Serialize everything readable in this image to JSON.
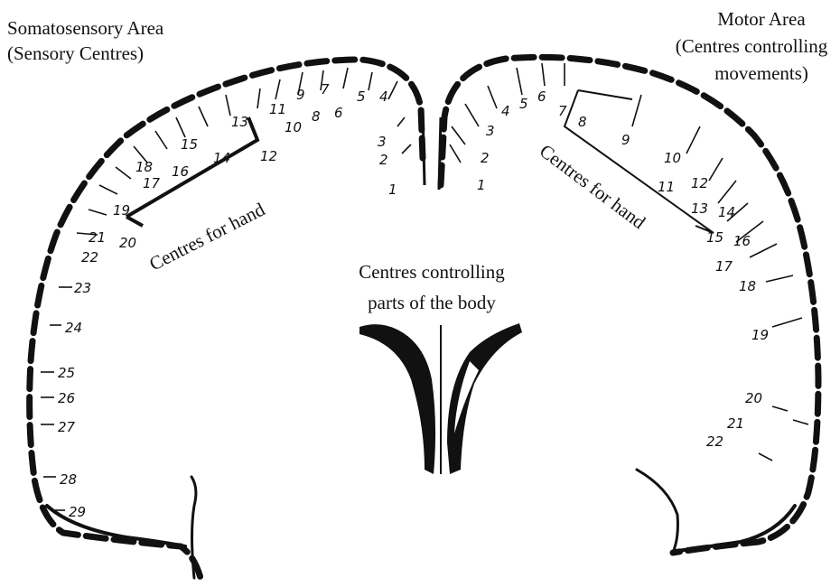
{
  "labels": {
    "somatosensory_line1": "Somatosensory Area",
    "somatosensory_line2": "(Sensory Centres)",
    "motor_line1": "Motor Area",
    "motor_line2": "(Centres controlling",
    "motor_line3": "movements)",
    "hand_left": "Centres for hand",
    "hand_right": "Centres for hand",
    "body_line1": "Centres controlling",
    "body_line2": "parts of the body"
  },
  "left_numbers": [
    "1",
    "2",
    "3",
    "4",
    "5",
    "6",
    "7",
    "8",
    "9",
    "10",
    "11",
    "12",
    "13",
    "14",
    "15",
    "16",
    "17",
    "18",
    "19",
    "20",
    "21",
    "22",
    "23",
    "24",
    "25",
    "26",
    "27",
    "28",
    "29"
  ],
  "right_numbers": [
    "1",
    "2",
    "3",
    "4",
    "5",
    "6",
    "7",
    "8",
    "9",
    "10",
    "11",
    "12",
    "13",
    "14",
    "15",
    "16",
    "17",
    "18",
    "19",
    "20",
    "21",
    "22"
  ],
  "colors": {
    "ink": "#111111",
    "background": "#ffffff"
  }
}
